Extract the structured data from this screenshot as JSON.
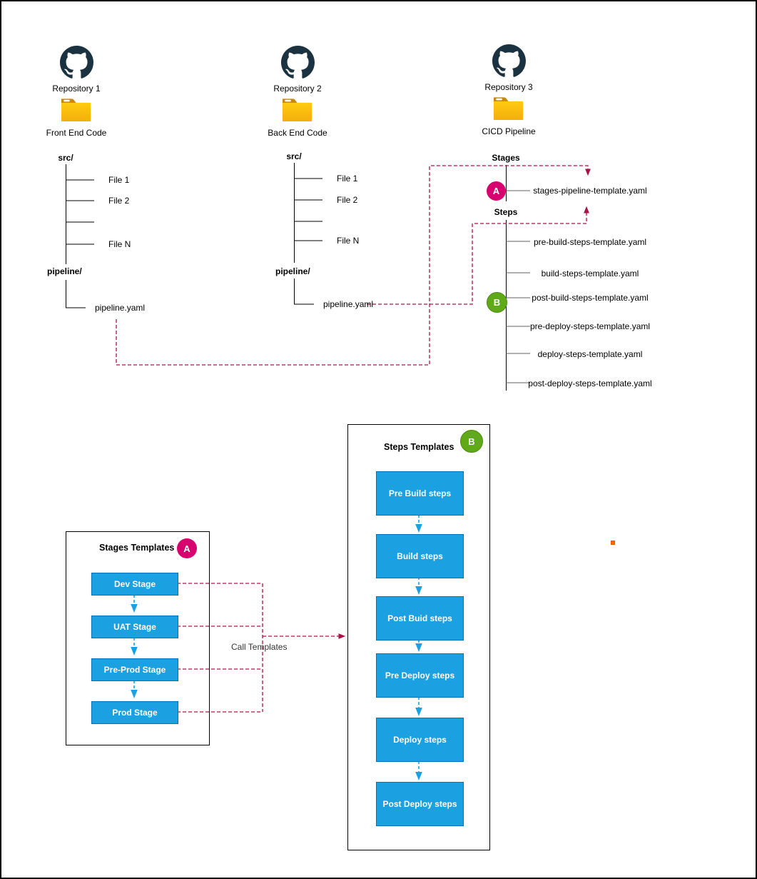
{
  "repos": [
    {
      "name": "Repository 1",
      "folder": "Front End Code"
    },
    {
      "name": "Repository 2",
      "folder": "Back End Code"
    },
    {
      "name": "Repository 3",
      "folder": "CICD Pipeline"
    }
  ],
  "tree": {
    "src_dir": "src/",
    "files": [
      "File 1",
      "File 2",
      "File N"
    ],
    "pipeline_dir": "pipeline/",
    "pipeline_file": "pipeline.yaml"
  },
  "cicd": {
    "stages_label": "Stages",
    "stages_file": "stages-pipeline-template.yaml",
    "steps_label": "Steps",
    "steps_files": [
      "pre-build-steps-template.yaml",
      "build-steps-template.yaml",
      "post-build-steps-template.yaml",
      "pre-deploy-steps-template.yaml",
      "deploy-steps-template.yaml",
      "post-deploy-steps-template.yaml"
    ]
  },
  "badges": {
    "a": "A",
    "b": "B"
  },
  "stages_panel": {
    "title": "Stages Templates",
    "items": [
      "Dev Stage",
      "UAT Stage",
      "Pre-Prod Stage",
      "Prod Stage"
    ]
  },
  "steps_panel": {
    "title": "Steps Templates",
    "items": [
      "Pre Build steps",
      "Build steps",
      "Post Buid steps",
      "Pre Deploy steps",
      "Deploy steps",
      "Post Deploy steps"
    ]
  },
  "call_label": "Call Templates",
  "colors": {
    "connector_red": "#ab1049",
    "arrow_blue": "#1ba1e2",
    "badge_pink": "#d6006e",
    "badge_green": "#60a917",
    "folder_yellow": "#ffc50d",
    "github_dark": "#1b3240",
    "stray_dot_orange": "#ff6a00"
  }
}
